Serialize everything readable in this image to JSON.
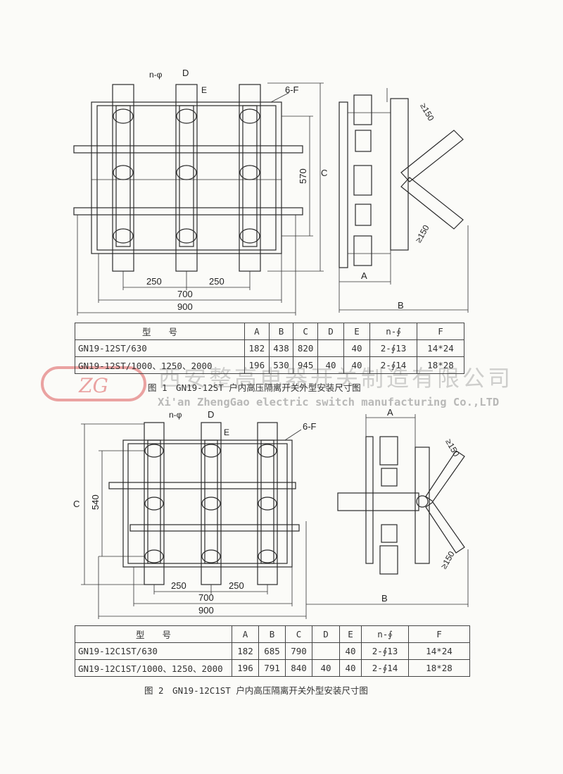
{
  "figure1": {
    "front_labels": {
      "n_phi": "n-φ",
      "d": "D",
      "e": "E",
      "six_f": "6-F",
      "dim_570": "570",
      "dim_c": "C",
      "dim_250a": "250",
      "dim_250b": "250",
      "dim_700": "700",
      "dim_900": "900"
    },
    "side_labels": {
      "ge150_top": "≥150",
      "ge150_bottom": "≥150",
      "dim_a": "A",
      "dim_b": "B"
    },
    "table": {
      "headers": [
        "型　　号",
        "A",
        "B",
        "C",
        "D",
        "E",
        "n-∮",
        "F"
      ],
      "rows": [
        [
          "GN19-12ST/630",
          "182",
          "438",
          "820",
          "",
          "40",
          "2-∮13",
          "14*24"
        ],
        [
          "GN19-12ST/1000、1250、2000",
          "196",
          "530",
          "945",
          "40",
          "40",
          "2-∮14",
          "18*28"
        ]
      ]
    },
    "caption": "图 1　GN19-12ST 户内高压隔离开关外型安装尺寸图"
  },
  "watermark": {
    "logo": "ZG",
    "company_cn": "西安整高电器开关制造有限公司",
    "company_en": "Xi'an ZhengGao electric switch manufacturing Co.,LTD"
  },
  "figure2": {
    "front_labels": {
      "n_phi": "n-φ",
      "d": "D",
      "e": "E",
      "six_f": "6-F",
      "dim_540": "540",
      "dim_c": "C",
      "dim_250a": "250",
      "dim_250b": "250",
      "dim_700": "700",
      "dim_900": "900"
    },
    "side_labels": {
      "ge150_top": "≥150",
      "ge150_bottom": "≥150",
      "dim_a": "A",
      "dim_b": "B"
    },
    "table": {
      "headers": [
        "型　　号",
        "A",
        "B",
        "C",
        "D",
        "E",
        "n-∮",
        "F"
      ],
      "rows": [
        [
          "GN19-12C1ST/630",
          "182",
          "685",
          "790",
          "",
          "40",
          "2-∮13",
          "14*24"
        ],
        [
          "GN19-12C1ST/1000、1250、2000",
          "196",
          "791",
          "840",
          "40",
          "40",
          "2-∮14",
          "18*28"
        ]
      ]
    },
    "caption": "图 2　GN19-12C1ST 户内高压隔离开关外型安装尺寸图"
  }
}
